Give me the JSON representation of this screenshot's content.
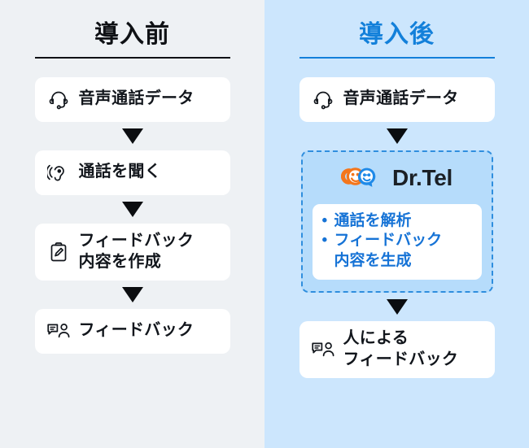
{
  "theme": {
    "before_bg": "#eef1f4",
    "after_bg": "#cce6fd",
    "accent_blue": "#1380da",
    "bullet_blue": "#1673d6",
    "ink": "#12161c",
    "card_white": "#ffffff",
    "product_box_fill": "#b6dcfb",
    "product_box_border": "#2f8ede",
    "logo_orange": "#f4761c",
    "logo_blue": "#1f8ae8"
  },
  "columns": [
    {
      "id": "before",
      "title": "導入前",
      "steps": [
        {
          "icon": "headset-icon",
          "label": "音声通話データ"
        },
        {
          "icon": "ear-listen-icon",
          "label": "通話を聞く"
        },
        {
          "icon": "clipboard-pen-icon",
          "label": "フィードバック\n内容を作成"
        },
        {
          "icon": "feedback-person-icon",
          "label": "フィードバック"
        }
      ]
    },
    {
      "id": "after",
      "title": "導入後",
      "steps": [
        {
          "icon": "headset-icon",
          "label": "音声通話データ"
        },
        {
          "icon": "feedback-person-icon",
          "label": "人による\nフィードバック"
        }
      ],
      "product": {
        "brand_name": "Dr.Tel",
        "logo_icon": "drtel-logo-icon",
        "bullets": [
          "通話を解析",
          "フィードバック\n内容を生成"
        ]
      }
    }
  ]
}
